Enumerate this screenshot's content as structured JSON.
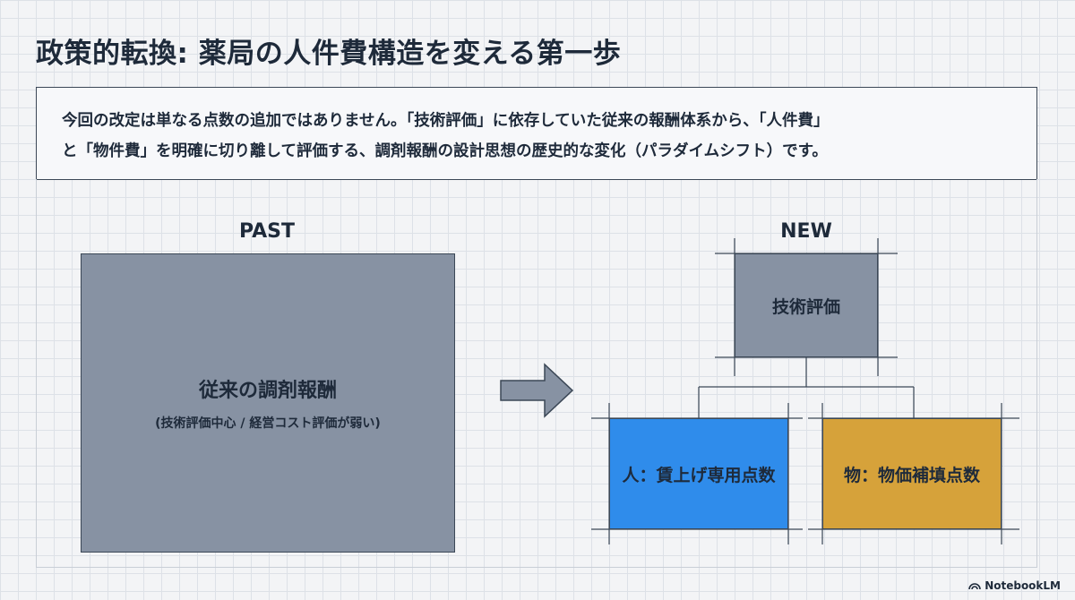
{
  "title": "政策的転換: 薬局の人件費構造を変える第一歩",
  "intro": {
    "line1": "今回の改定は単なる点数の追加ではありません。「技術評価」に依存していた従来の報酬体系から、「人件費」",
    "line2": "と「物件費」を明確に切り離して評価する、調剤報酬の設計思想の歴史的な変化（パラダイムシフト）です。"
  },
  "past": {
    "label": "PAST",
    "box_title": "従来の調剤報酬",
    "box_subtitle": "(技術評価中心 / 経営コスト評価が弱い)"
  },
  "new": {
    "label": "NEW",
    "tech": "技術評価",
    "person": "人：賃上げ専用点数",
    "goods": "物：物価補填点数"
  },
  "colors": {
    "gray_box": "#8792a3",
    "blue_box": "#2f8ceb",
    "gold_box": "#d6a23a",
    "ink": "#1e2a3a"
  },
  "logo": {
    "icon": "notebooklm-icon",
    "text": "NotebookLM"
  }
}
